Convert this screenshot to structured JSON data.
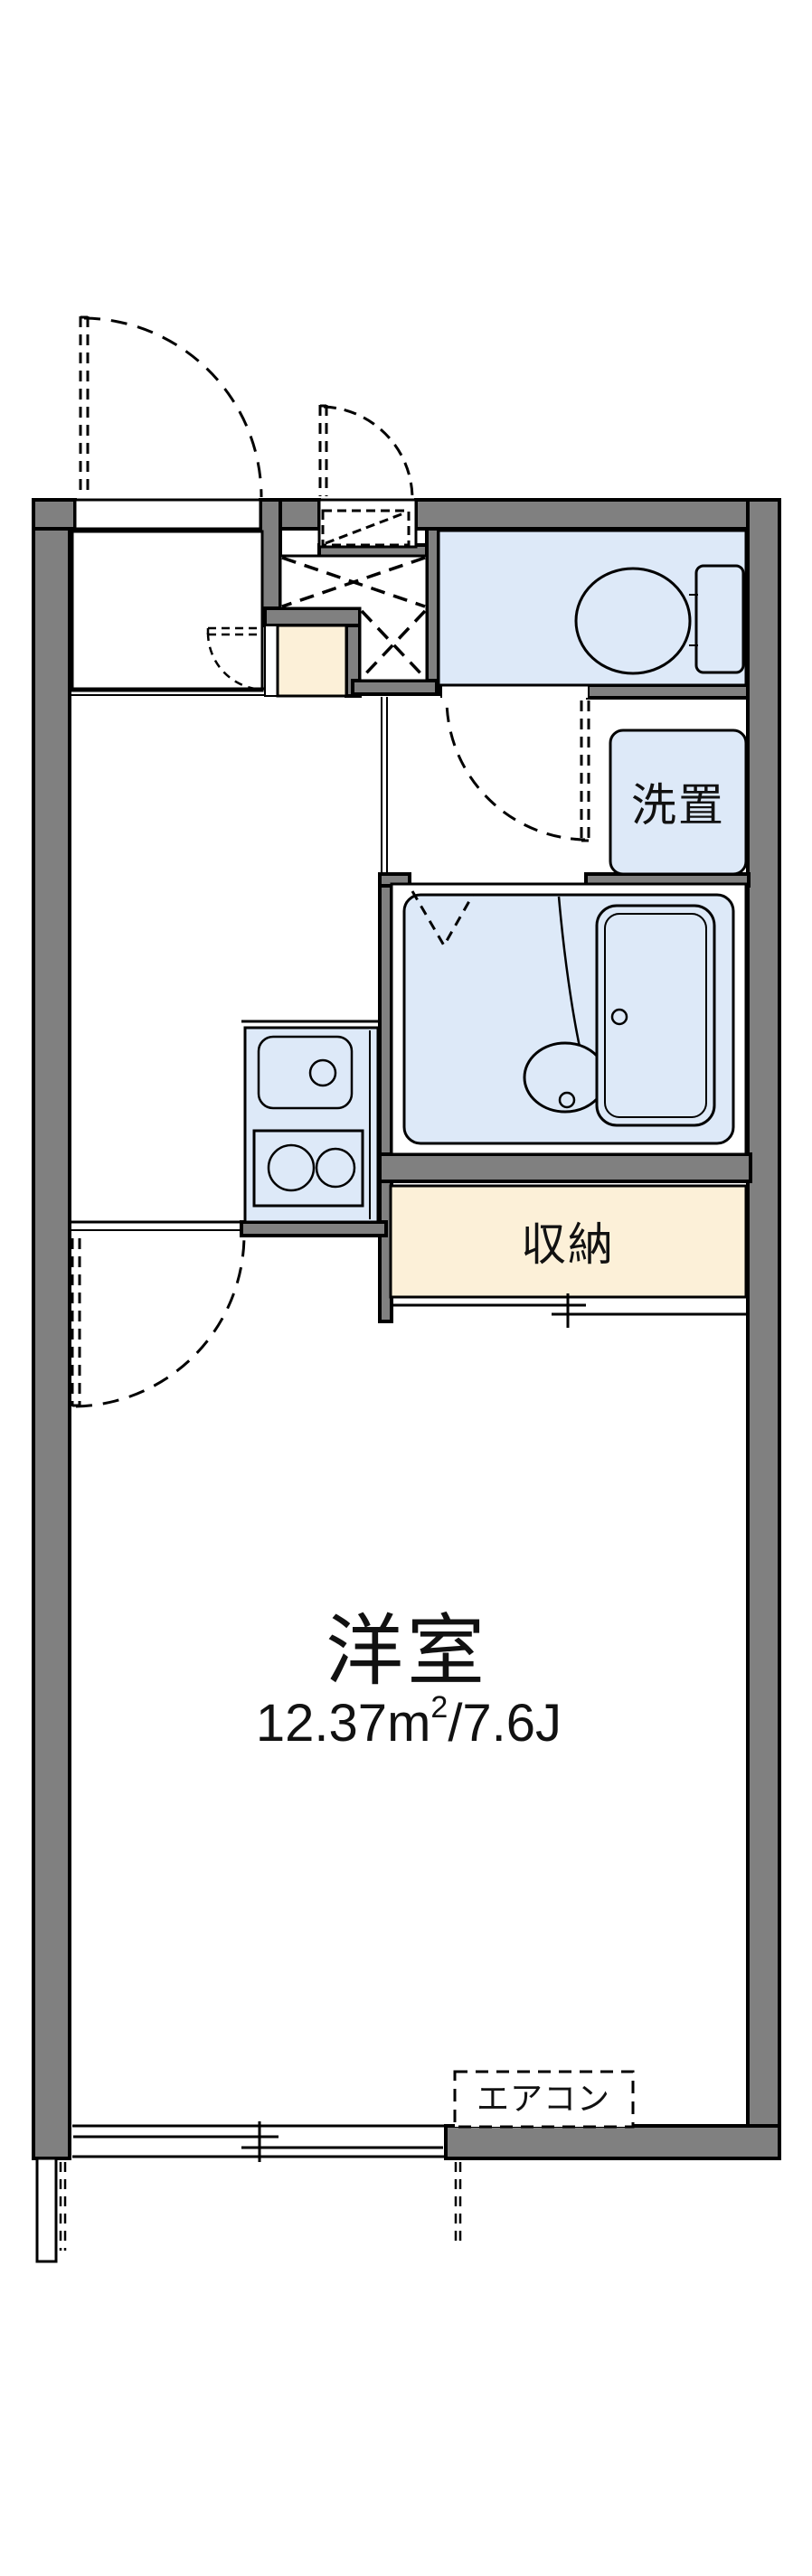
{
  "plan_type": "apartment-floor-plan",
  "labels": {
    "washer_space": "洗置",
    "closet": "収納",
    "western_room": "洋室",
    "aircon": "エアコン"
  },
  "western_room": {
    "name": "洋室",
    "area_full": "12.37㎡/7.6J",
    "area_main": "12.37m",
    "area_sup": "2",
    "area_rest": "/7.6J"
  },
  "colors": {
    "wall": "#808080",
    "outline": "#000000",
    "water_area_fill": "#dde9f8",
    "storage_fill": "#fcf0d8",
    "background": "#ffffff"
  }
}
